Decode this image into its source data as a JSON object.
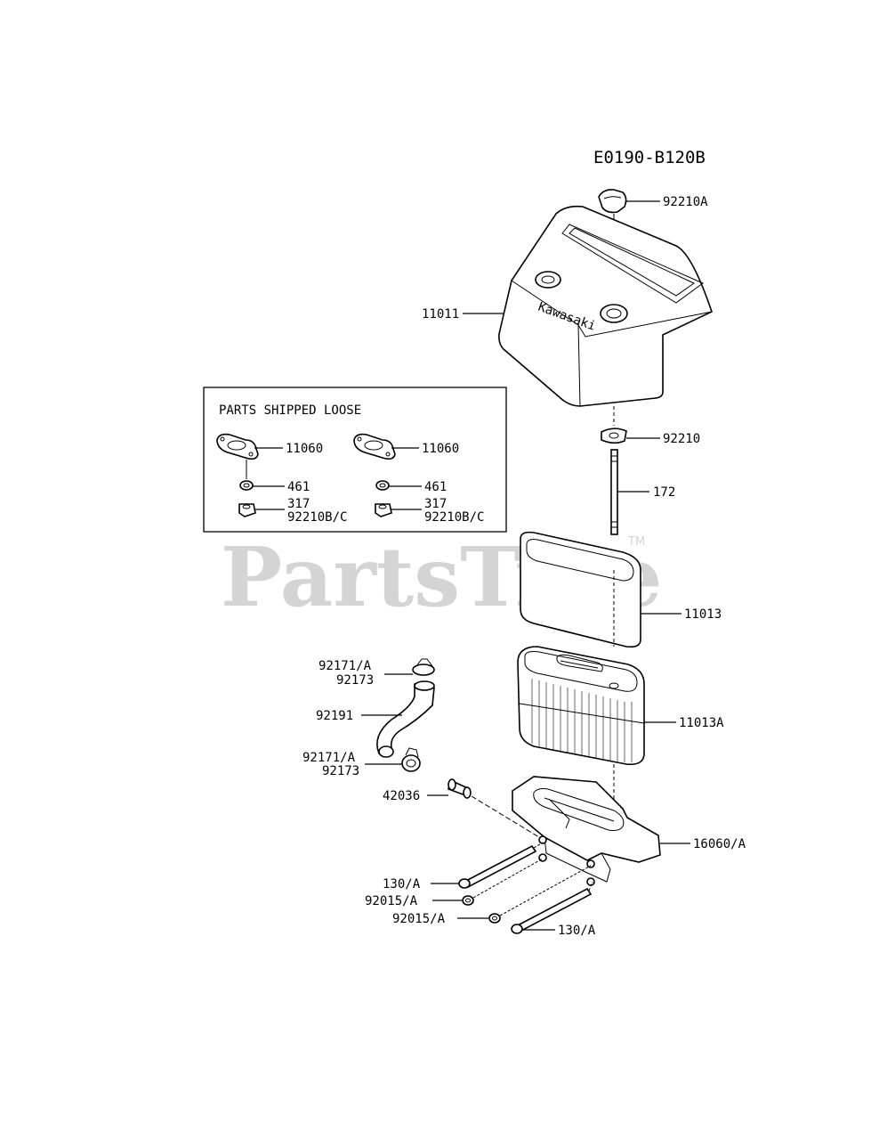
{
  "diagram_code": "E0190-B120B",
  "watermark": {
    "text": "PartsTree",
    "tm": "TM"
  },
  "inset_box": {
    "title": "PARTS SHIPPED LOOSE",
    "left": {
      "gasket": "11060",
      "washer": "461",
      "nut_a": "317",
      "nut_b": "92210B/C"
    },
    "right": {
      "gasket": "11060",
      "washer": "461",
      "nut_a": "317",
      "nut_b": "92210B/C"
    }
  },
  "cover_brand_text": "Kawasaki",
  "callouts": {
    "p92210A": "92210A",
    "p11011": "11011",
    "p92210": "92210",
    "p172": "172",
    "p11013": "11013",
    "p11013A": "11013A",
    "p92171a_top": "92171/A",
    "p92173_top": "92173",
    "p92191": "92191",
    "p92171a_bot": "92171/A",
    "p92173_bot": "92173",
    "p42036": "42036",
    "p16060A": "16060/A",
    "p130A_left": "130/A",
    "p92015A_1": "92015/A",
    "p92015A_2": "92015/A",
    "p130A_right": "130/A"
  }
}
